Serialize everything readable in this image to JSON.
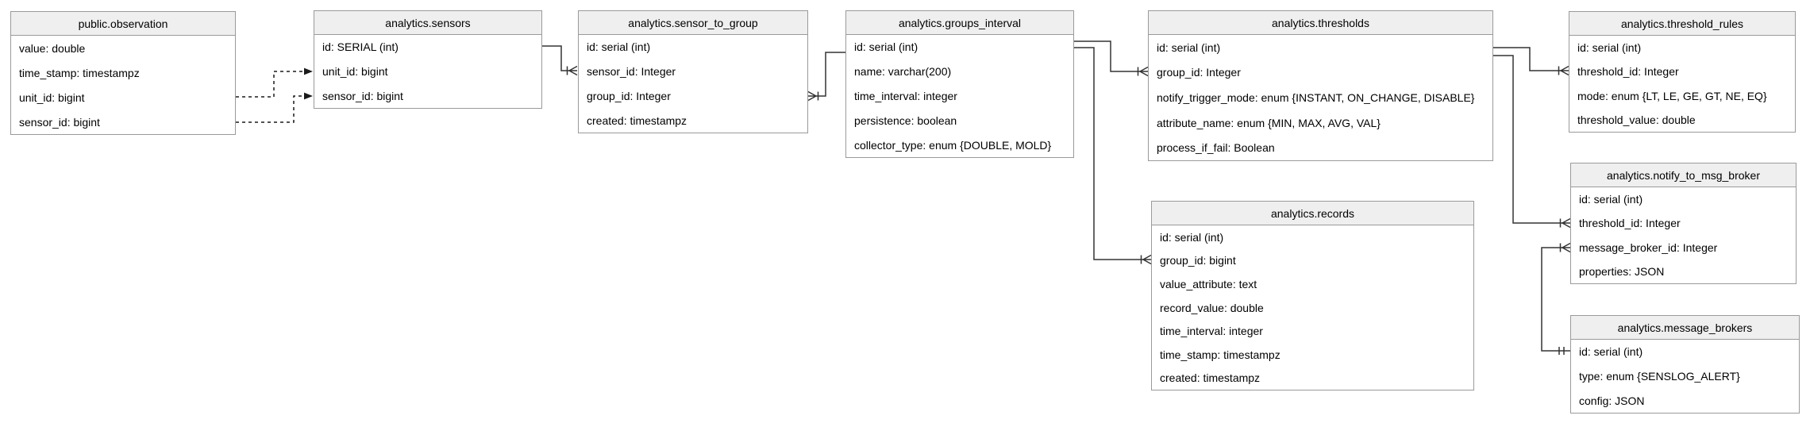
{
  "diagram": {
    "colors": {
      "background": "#ffffff",
      "table_header_bg": "#efefef",
      "table_border": "#9a9a9a",
      "connector_line": "#333333",
      "text": "#000000"
    },
    "tables": [
      {
        "id": "observation",
        "title": "public.observation",
        "fields": [
          "value: double",
          "time_stamp: timestampz",
          "unit_id: bigint",
          "sensor_id: bigint"
        ]
      },
      {
        "id": "sensors",
        "title": "analytics.sensors",
        "fields": [
          "id: SERIAL (int)",
          "unit_id: bigint",
          "sensor_id: bigint"
        ]
      },
      {
        "id": "sensor_to_group",
        "title": "analytics.sensor_to_group",
        "fields": [
          "id: serial (int)",
          "sensor_id: Integer",
          "group_id: Integer",
          "created: timestampz"
        ]
      },
      {
        "id": "groups_interval",
        "title": "analytics.groups_interval",
        "fields": [
          "id: serial (int)",
          "name: varchar(200)",
          "time_interval: integer",
          "persistence: boolean",
          "collector_type: enum {DOUBLE, MOLD}"
        ]
      },
      {
        "id": "thresholds",
        "title": "analytics.thresholds",
        "fields": [
          "id: serial (int)",
          "group_id: Integer",
          "notify_trigger_mode: enum {INSTANT, ON_CHANGE, DISABLE}",
          "attribute_name: enum {MIN, MAX, AVG, VAL}",
          "process_if_fail: Boolean"
        ]
      },
      {
        "id": "threshold_rules",
        "title": "analytics.threshold_rules",
        "fields": [
          "id: serial (int)",
          "threshold_id: Integer",
          "mode: enum {LT, LE, GE, GT, NE, EQ}",
          "threshold_value: double"
        ]
      },
      {
        "id": "notify_to_msg_broker",
        "title": "analytics.notify_to_msg_broker",
        "fields": [
          "id: serial (int)",
          "threshold_id: Integer",
          "message_broker_id: Integer",
          "properties: JSON"
        ]
      },
      {
        "id": "records",
        "title": "analytics.records",
        "fields": [
          "id: serial (int)",
          "group_id: bigint",
          "value_attribute: text",
          "record_value: double",
          "time_interval: integer",
          "time_stamp: timestampz",
          "created: timestampz"
        ]
      },
      {
        "id": "message_brokers",
        "title": "analytics.message_brokers",
        "fields": [
          "id: serial (int)",
          "type: enum {SENSLOG_ALERT}",
          "config: JSON"
        ]
      }
    ],
    "relationships": [
      {
        "from": "public.observation.unit_id",
        "to": "analytics.sensors.unit_id",
        "style": "dashed-arrow"
      },
      {
        "from": "public.observation.sensor_id",
        "to": "analytics.sensors.sensor_id",
        "style": "dashed-arrow"
      },
      {
        "from": "analytics.sensors.id",
        "to": "analytics.sensor_to_group.sensor_id",
        "style": "one-to-many"
      },
      {
        "from": "analytics.groups_interval.id",
        "to": "analytics.sensor_to_group.group_id",
        "style": "one-to-many"
      },
      {
        "from": "analytics.groups_interval.id",
        "to": "analytics.thresholds.group_id",
        "style": "one-to-many"
      },
      {
        "from": "analytics.groups_interval.id",
        "to": "analytics.records.group_id",
        "style": "one-to-many"
      },
      {
        "from": "analytics.thresholds.id",
        "to": "analytics.threshold_rules.threshold_id",
        "style": "one-to-many"
      },
      {
        "from": "analytics.thresholds.id",
        "to": "analytics.notify_to_msg_broker.threshold_id",
        "style": "one-to-many"
      },
      {
        "from": "analytics.message_brokers.id",
        "to": "analytics.notify_to_msg_broker.message_broker_id",
        "style": "one-to-one-to-many"
      }
    ]
  }
}
